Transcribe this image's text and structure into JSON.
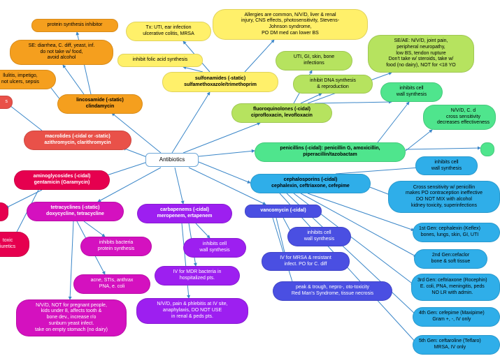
{
  "center": "Antibiotics",
  "branches": {
    "sulfonamides": {
      "title": "sulfonamides (-static)\nsulfamethoxazole/trimethoprim",
      "indications": "Tx: UTI, ear infection\nulcerative colitis, MRSA",
      "mechanism": "inhibit folic acid synthesis",
      "side_effects": "Allergies are common, N/V/D, liver & renal\ninjury, CNS effects, photosensitivity, Stevens-\nJohnson syndrome,\nPO DM med can lower BS"
    },
    "fluoroquinolones": {
      "title": "fluoroquinolones (-cidal)\nciprofloxacin, levofloxacin",
      "indications": "UTI, GI, skin, bone\ninfections",
      "mechanism": "inhibit DNA synthesis\n& reproduction",
      "side_effects": "SE/AE: N/V/D, joint pain,\nperipheral neuropathy,\nlow BS, tendon rupture\nDon't take w/ steroids, take w/\nfood (no dairy), NOT for <18 YO"
    },
    "penicillins": {
      "title": "penicillins (-cidal): penicillin G, amoxicillin,\npiperacillin/tazobactam",
      "mechanism": "inhibits cell\nwall synthesis",
      "side_effects": "N/V/D, C. d\ncross sensitivity\ndecreases effectiveness"
    },
    "cephalosporins": {
      "title": "cephalosporins (-cidal)\ncephalexin, ceftriaxone, cefepime",
      "mechanism": "inhibits cell\nwall synthesis",
      "notes": "Cross sensitivity w/ penicillin\nmakes PO contraception ineffective\nDO NOT MIX with alcohol\nkidney toxicity, superinfections",
      "gen1": "1st Gen: cephalexin (Keflex)\nbones, lungs, skin, GI, UTI",
      "gen2": "2nd Gen:cefaclor\nbone & soft tissue",
      "gen3": "3rd Gen: ceftriaxone (Rocephin)\nE. coli, PNA, meningitis, peds\nNO LR with admin.",
      "gen4": "4th Gen: cefepime (Maxipime)\nGram +, -, IV only",
      "gen5": "5th Gen: ceftaroline (Teflaro)\nMRSA, IV only"
    },
    "vancomycin": {
      "title": "vancomycin (-cidal)",
      "mechanism": "inhibits cell\nwall synthesis",
      "indications": "IV for MRSA & resistant\ninfect. PO for C. diff",
      "monitoring": "peak & trough, nepro-, oto-toxicity\nRed Man's Syndrome, tissue necrosis"
    },
    "carbapenems": {
      "title": "carbapenems (-cidal)\nmeropenem, ertapenem",
      "mechanism": "inhibits cell\nwall synthesis",
      "indications": "IV for MDR bacteria in\nhospitalized pts.",
      "side_effects": "N/V/D, pain & phlebitis at IV site,\nanaphylaxis, DO NOT USE\nin renal & peds pts."
    },
    "tetracyclines": {
      "title": "tetracyclines (-static)\ndoxycycline, tetracycline",
      "mechanism": "inhibits bacteria\nprotein synthesis",
      "indications": "acne, STIs, anthrax\nPNA, e. coli",
      "side_effects": "N/V/D, NOT for pregnant people,\nkids under 8, affects tooth &\nbone dev., increase r/o\nsunburn yeast infect.\ntake on empty stomach (no dairy)"
    },
    "aminoglycosides": {
      "title": "aminoglycosides (-cidal)\ngentamicin (Garamycin)",
      "side_effects": "toxic\niuretics"
    },
    "macrolides": {
      "title": "macrolides (-cidal or -static)\nazithromycin, clarithromycin",
      "partial": "s"
    },
    "lincosamide": {
      "title": "lincosamide (-static)\nclindamycin",
      "mechanism": "protein synthesis inhibitor",
      "side_effects": "SE: diarrhea, C. diff, yeast, inf.\ndo not take w/ food,\navoid alcohol",
      "indications": "llulitis, impetigo,\nnot ulcers, sepsis"
    }
  },
  "colors": {
    "sulfonamides": "#fff06a",
    "fluoroquinolones": "#b6e35f",
    "penicillins": "#4fe58d",
    "cephalosporins": "#2faee9",
    "vancomycin": "#4a4fe2",
    "carbapenems": "#9d1ff0",
    "tetracyclines": "#d411bf",
    "aminoglycosides": "#e6004f",
    "macrolides": "#e95149",
    "lincosamide": "#f59f1e",
    "link": "#3a86c8"
  }
}
